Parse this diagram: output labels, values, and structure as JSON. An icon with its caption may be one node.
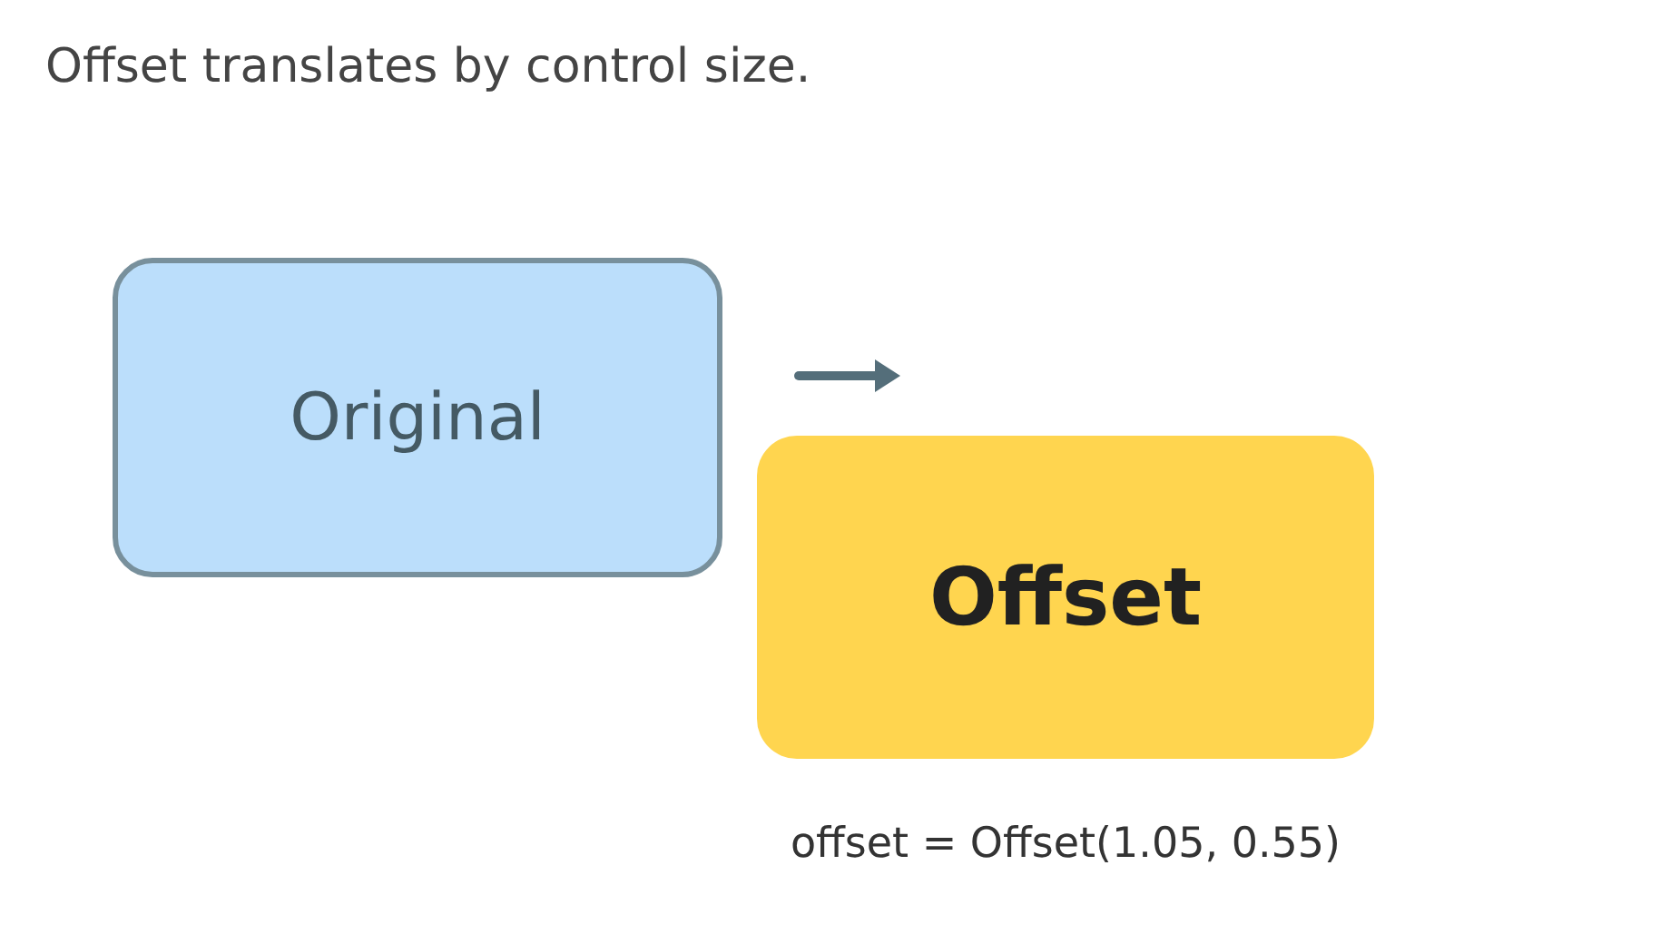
{
  "diagram": {
    "title": "Offset translates by control size.",
    "nodes": [
      {
        "text": [
          "Original"
        ]
      },
      {
        "text": [
          "Offset"
        ],
        "beside": [
          "offset = Offset(1.05, 0.55)"
        ]
      }
    ]
  }
}
